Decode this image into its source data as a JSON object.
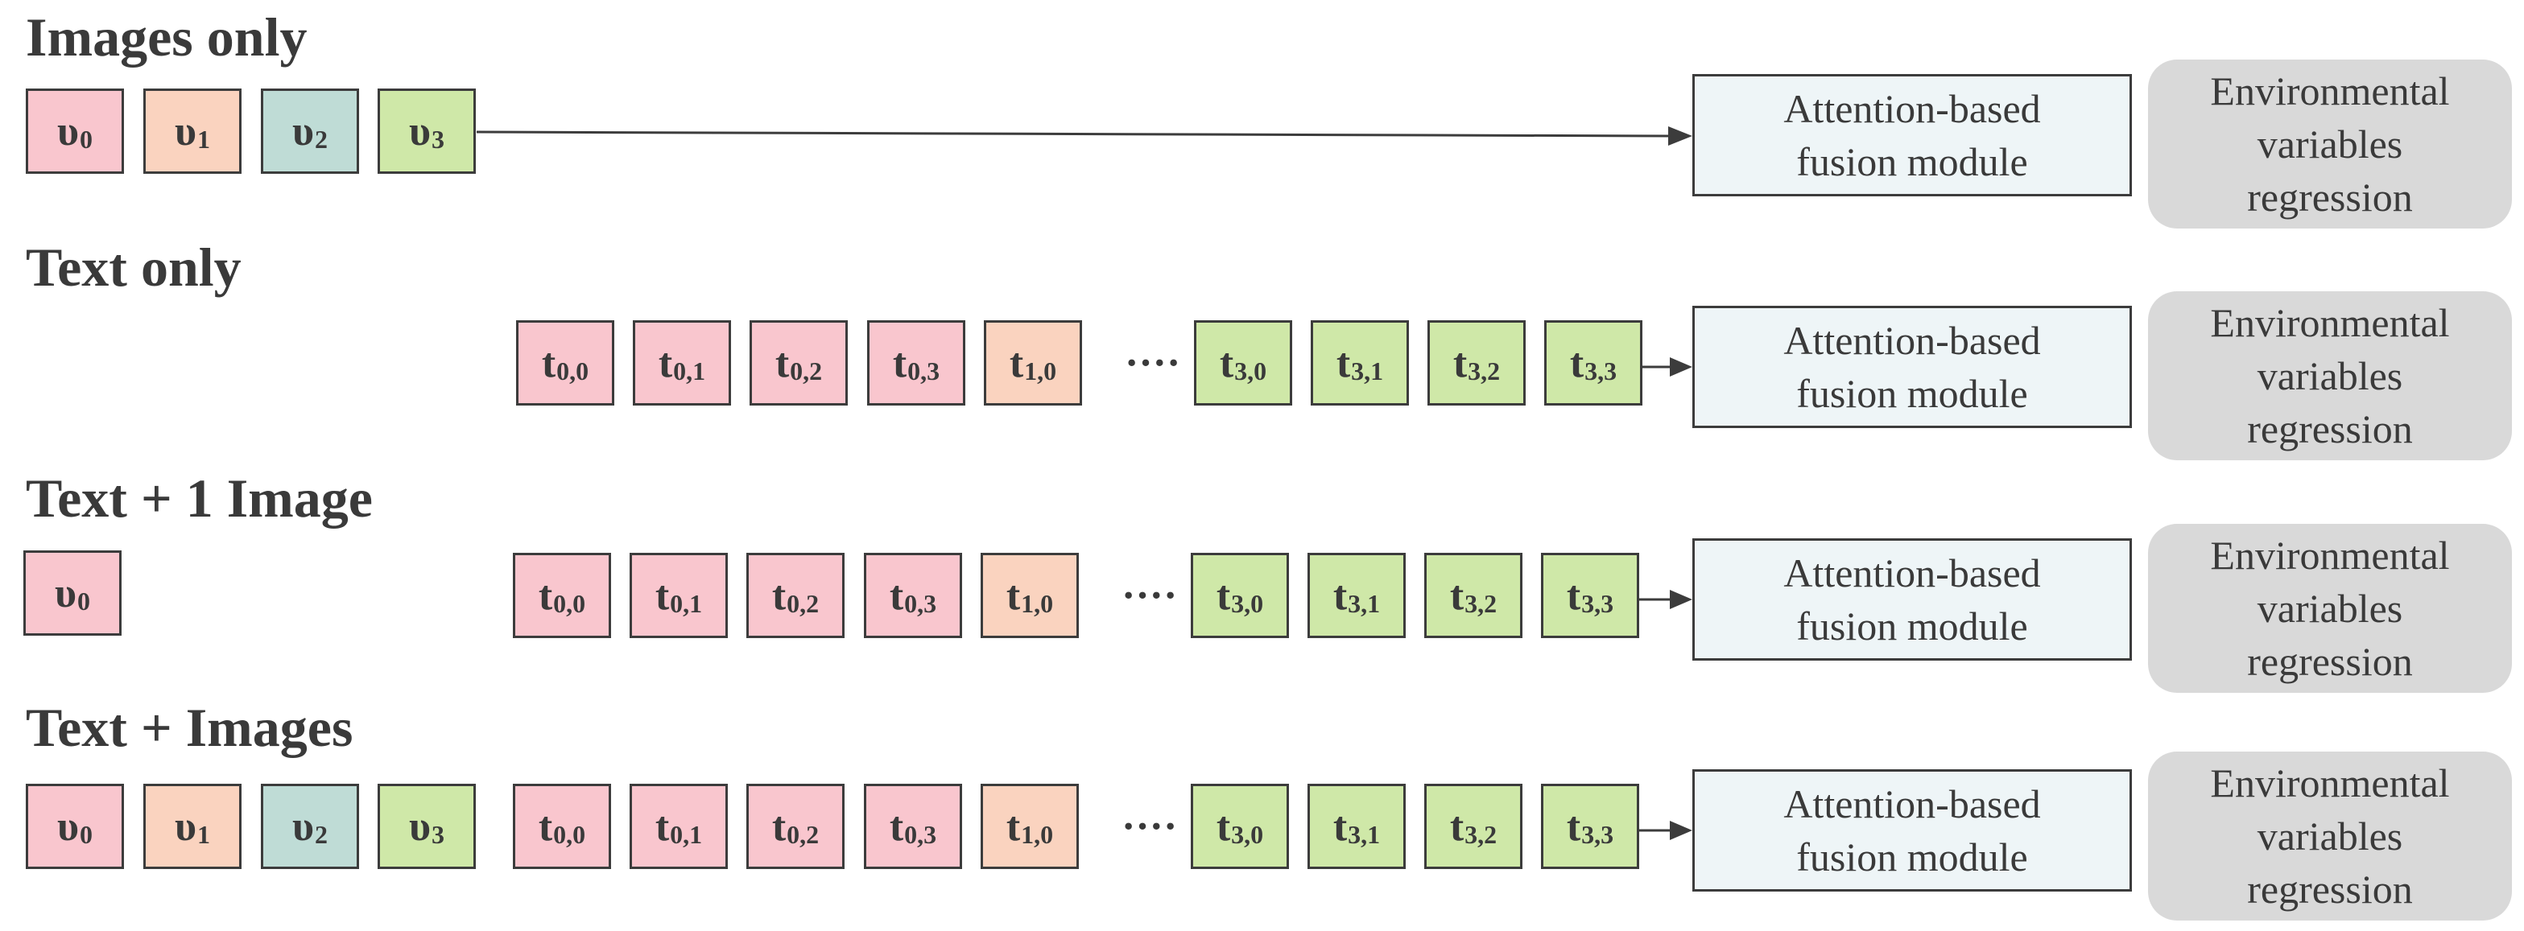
{
  "colors": {
    "pink": "#f9c6ce",
    "peach": "#fad3bf",
    "teal": "#bfdcd6",
    "green": "#cfe8a8",
    "fusion_bg": "#eef5f7",
    "regress_bg": "#d9d9d9",
    "stroke": "#3c3c3c",
    "text": "#3a3a3a"
  },
  "tokens": {
    "v0": {
      "base": "υ",
      "sub": "0"
    },
    "v1": {
      "base": "υ",
      "sub": "1"
    },
    "v2": {
      "base": "υ",
      "sub": "2"
    },
    "v3": {
      "base": "υ",
      "sub": "3"
    },
    "t00": {
      "base": "t",
      "sub": "0,0"
    },
    "t01": {
      "base": "t",
      "sub": "0,1"
    },
    "t02": {
      "base": "t",
      "sub": "0,2"
    },
    "t03": {
      "base": "t",
      "sub": "0,3"
    },
    "t10": {
      "base": "t",
      "sub": "1,0"
    },
    "t30": {
      "base": "t",
      "sub": "3,0"
    },
    "t31": {
      "base": "t",
      "sub": "3,1"
    },
    "t32": {
      "base": "t",
      "sub": "3,2"
    },
    "t33": {
      "base": "t",
      "sub": "3,3"
    }
  },
  "ellipsis": "····",
  "fusion": {
    "line1": "Attention-based",
    "line2": "fusion module"
  },
  "regression": {
    "line1": "Environmental",
    "line2": "variables",
    "line3": "regression"
  },
  "rows": [
    {
      "heading": "Images only"
    },
    {
      "heading": "Text only"
    },
    {
      "heading": "Text + 1 Image"
    },
    {
      "heading": "Text + Images"
    }
  ]
}
